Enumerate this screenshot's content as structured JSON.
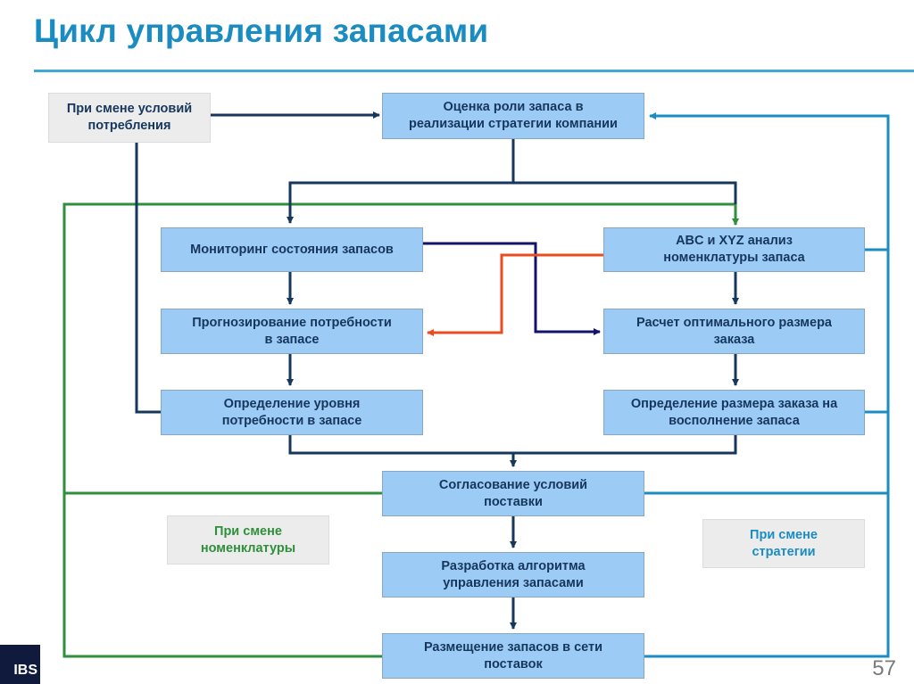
{
  "slide": {
    "title": "Цикл управления запасами",
    "page_number": "57",
    "logo_text": "IBS"
  },
  "colors": {
    "title": "#1a8cc2",
    "box_fill": "#9cccf5",
    "dark_connector": "#16365c",
    "navy_connector": "#13136b",
    "green_connector": "#2f8f3a",
    "cyan_connector": "#1a8cc2",
    "orange_connector": "#ea4b1f"
  },
  "nodes": {
    "consumption_change": "При смене условий\nпотребления",
    "role_assessment": "Оценка роли запаса в\nреализации стратегии компании",
    "monitoring": "Мониторинг состояния запасов",
    "abc_xyz": "ABC и XYZ анализ\nноменклатуры запаса",
    "forecasting": "Прогнозирование потребности\nв запасе",
    "optimal_order": "Расчет оптимального размера\nзаказа",
    "demand_level": "Определение уровня\nпотребности в запасе",
    "replenishment_order": "Определение размера заказа на\nвосполнение запаса",
    "supply_terms": "Согласование условий\nпоставки",
    "nomenclature_change": "При смене\nноменклатуры",
    "strategy_change": "При смене\nстратегии",
    "algorithm_dev": "Разработка алгоритма\nуправления запасами",
    "placement": "Размещение запасов в сети\nпоставок"
  },
  "edges": [
    {
      "from": "consumption_change",
      "to": "role_assessment",
      "color": "dark"
    },
    {
      "from": "consumption_change",
      "to": "demand_level",
      "color": "dark"
    },
    {
      "from": "role_assessment",
      "to": "monitoring",
      "color": "dark"
    },
    {
      "from": "role_assessment",
      "to": "abc_xyz",
      "color": "dark"
    },
    {
      "from": "monitoring",
      "to": "forecasting",
      "color": "dark"
    },
    {
      "from": "forecasting",
      "to": "demand_level",
      "color": "dark"
    },
    {
      "from": "monitoring",
      "to": "optimal_order",
      "color": "navy"
    },
    {
      "from": "abc_xyz",
      "to": "forecasting",
      "color": "orange"
    },
    {
      "from": "abc_xyz",
      "to": "optimal_order",
      "color": "dark"
    },
    {
      "from": "optimal_order",
      "to": "replenishment_order",
      "color": "dark"
    },
    {
      "from": "demand_level",
      "to": "supply_terms",
      "color": "dark"
    },
    {
      "from": "replenishment_order",
      "to": "supply_terms",
      "color": "dark"
    },
    {
      "from": "supply_terms",
      "to": "algorithm_dev",
      "color": "dark"
    },
    {
      "from": "algorithm_dev",
      "to": "placement",
      "color": "dark"
    },
    {
      "from": "placement",
      "to": "abc_xyz",
      "color": "green",
      "label": "nomenclature_change"
    },
    {
      "from": "supply_terms",
      "to": "abc_xyz",
      "color": "green"
    },
    {
      "from": "placement",
      "to": "role_assessment",
      "color": "cyan",
      "label": "strategy_change"
    },
    {
      "from": "supply_terms",
      "to": "role_assessment",
      "color": "cyan"
    },
    {
      "from": "abc_xyz",
      "to": "role_assessment",
      "color": "cyan"
    },
    {
      "from": "replenishment_order",
      "to": "role_assessment",
      "color": "cyan"
    }
  ]
}
